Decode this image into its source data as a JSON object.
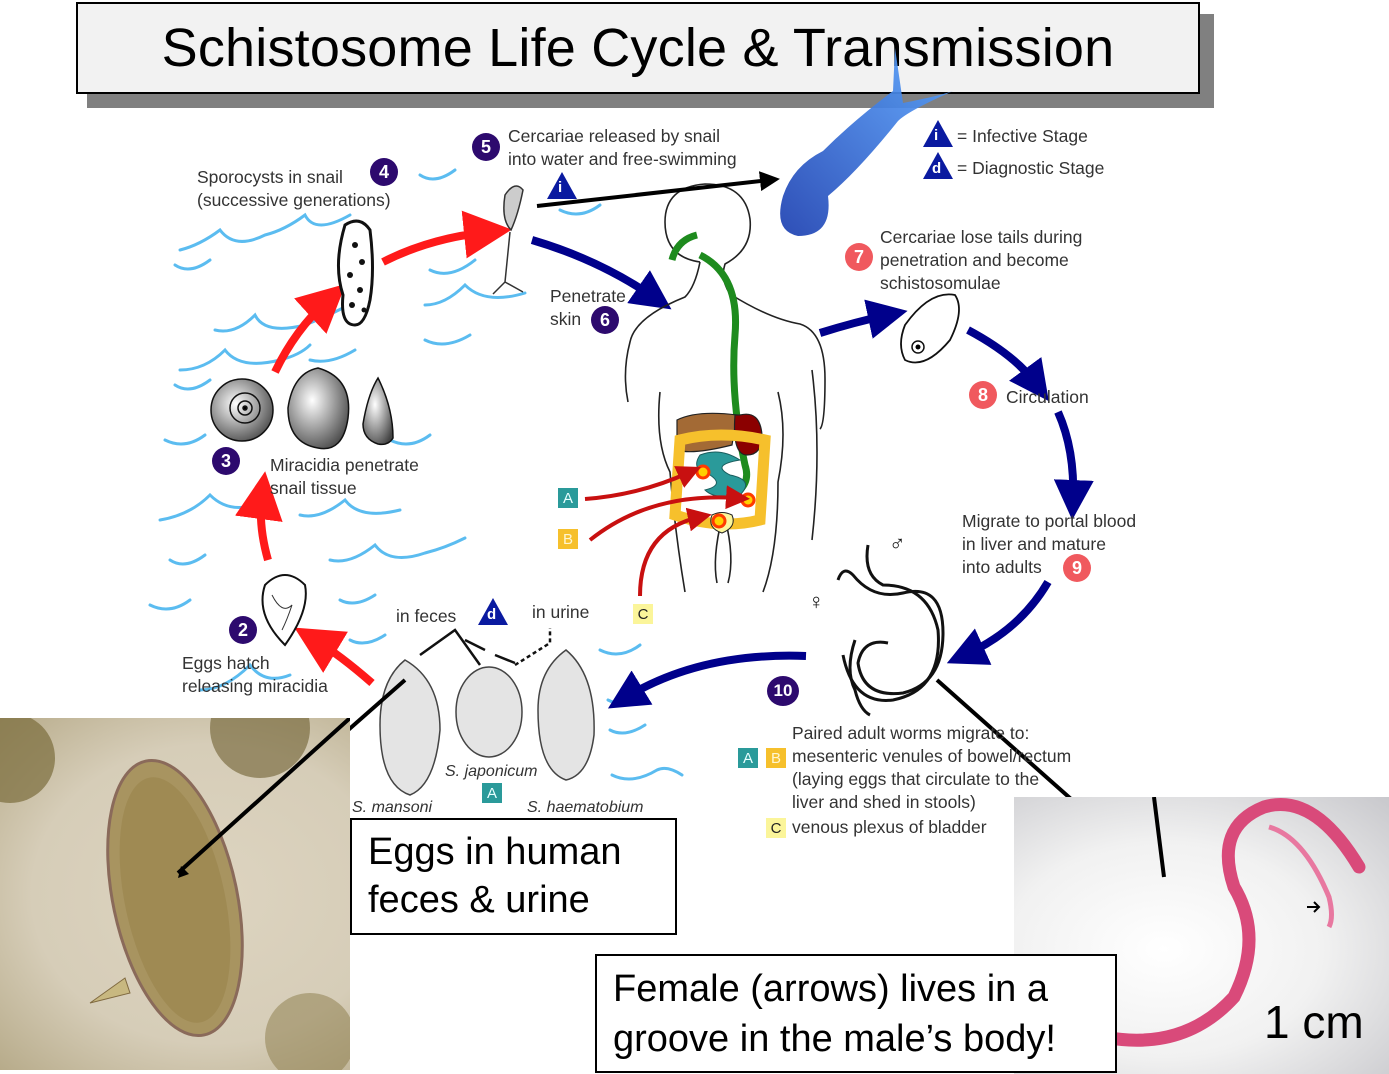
{
  "title": "Schistosome Life Cycle & Transmission",
  "legend": {
    "infective": {
      "symbol": "i",
      "text": "= Infective Stage"
    },
    "diagnostic": {
      "symbol": "d",
      "text": "= Diagnostic Stage"
    }
  },
  "stages": [
    {
      "number": "2",
      "lines": [
        "Eggs hatch",
        "releasing miracidia"
      ]
    },
    {
      "number": "3",
      "lines": [
        "Miracidia penetrate",
        "snail tissue"
      ]
    },
    {
      "number": "4",
      "lines": [
        "Sporocysts in snail",
        "(successive generations)"
      ]
    },
    {
      "number": "5",
      "lines": [
        "Cercariae released by snail",
        "into water and free-swimming"
      ]
    },
    {
      "number": "6",
      "lines": [
        "Penetrate",
        "skin"
      ]
    },
    {
      "number": "7",
      "lines": [
        "Cercariae lose tails during",
        "penetration and become",
        "schistosomulae"
      ]
    },
    {
      "number": "8",
      "lines": [
        "Circulation"
      ]
    },
    {
      "number": "9",
      "lines": [
        "Migrate to portal blood",
        "in liver and mature",
        "into adults"
      ]
    },
    {
      "number": "10",
      "lines": [
        "Paired adult worms migrate to:"
      ]
    }
  ],
  "eggs": {
    "in_feces": "in feces",
    "in_urine": "in urine",
    "species": [
      "S. mansoni",
      "S. japonicum",
      "S. haematobium"
    ]
  },
  "site_keys": {
    "A": "A",
    "B": "B",
    "C": "C"
  },
  "migration": {
    "ab_lines": [
      "mesenteric venules of bowel/rectum",
      "(laying eggs that circulate to the",
      "liver and shed in stools)"
    ],
    "c_line": "venous plexus of bladder"
  },
  "sex_symbols": {
    "male": "♂",
    "female": "♀"
  },
  "callouts": {
    "eggs": [
      "Eggs in human",
      "feces & urine"
    ],
    "female": [
      "Female (arrows) lives in a",
      "groove in the male’s body!"
    ]
  },
  "scale_label": "1 cm",
  "colors": {
    "cycle_red": "#ff1a1a",
    "cycle_blue": "#00008b",
    "water_blue": "#5bbcf0",
    "stage_dark": "#2d0a6e",
    "stage_red": "#f0595e",
    "worm_pink": "#d94a7a"
  }
}
